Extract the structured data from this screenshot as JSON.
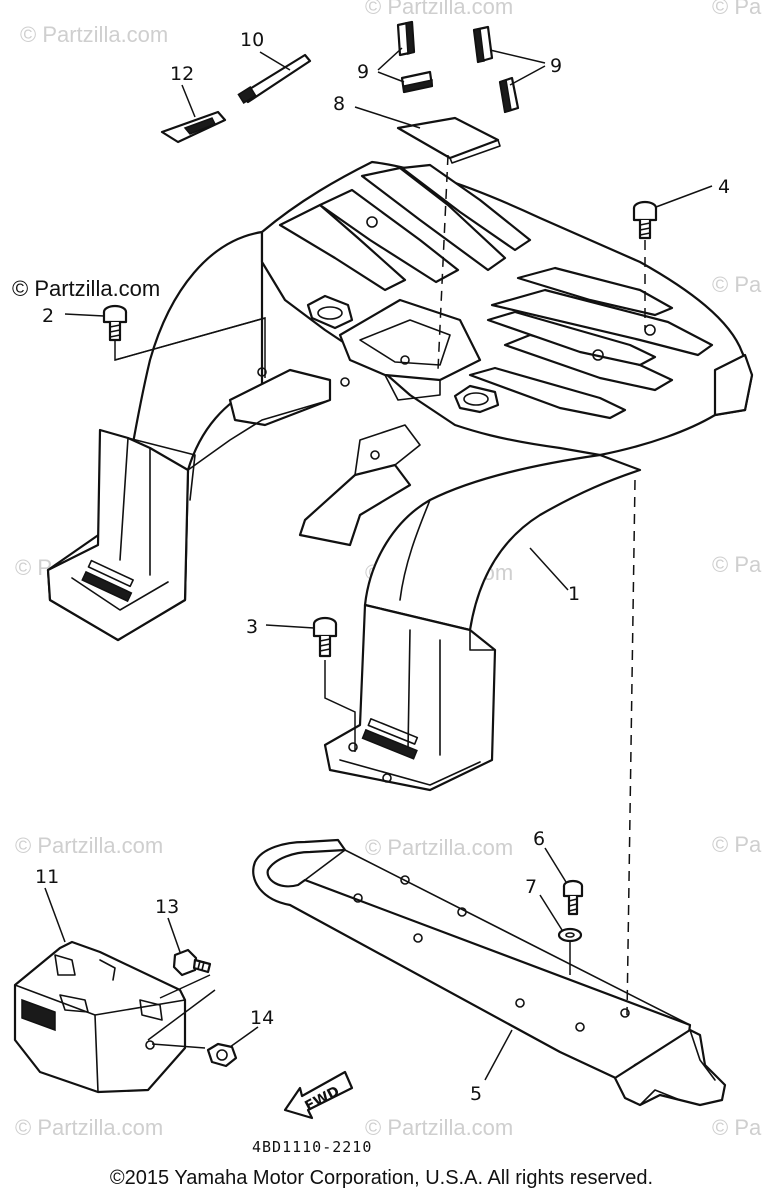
{
  "diagram": {
    "watermark": "© Partzilla.com",
    "watermark_short": "© Pa",
    "callouts": {
      "c1": "1",
      "c2": "2",
      "c3": "3",
      "c4": "4",
      "c5": "5",
      "c6": "6",
      "c7": "7",
      "c8": "8",
      "c9a": "9",
      "c9b": "9",
      "c10": "10",
      "c11": "11",
      "c12": "12",
      "c13": "13",
      "c14": "14"
    },
    "fwd_label": "FWD",
    "part_code": "4BD1110-2210",
    "copyright": "©2015 Yamaha Motor Corporation, U.S.A. All rights reserved."
  }
}
